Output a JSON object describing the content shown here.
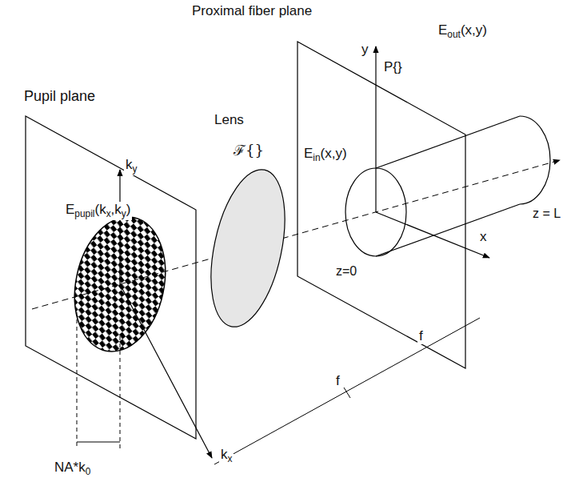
{
  "diagram": {
    "labels": [
      "Proximal fiber plane",
      "Pupil plane",
      "Lens",
      "ℱ{}",
      "ky",
      "Epupil(kx,ky)",
      "kx",
      "NA*k0",
      "f",
      "f",
      "Ein(x,y)",
      "y",
      "P{}",
      "Eout(x,y)",
      "x",
      "z=0",
      "z = L"
    ]
  }
}
